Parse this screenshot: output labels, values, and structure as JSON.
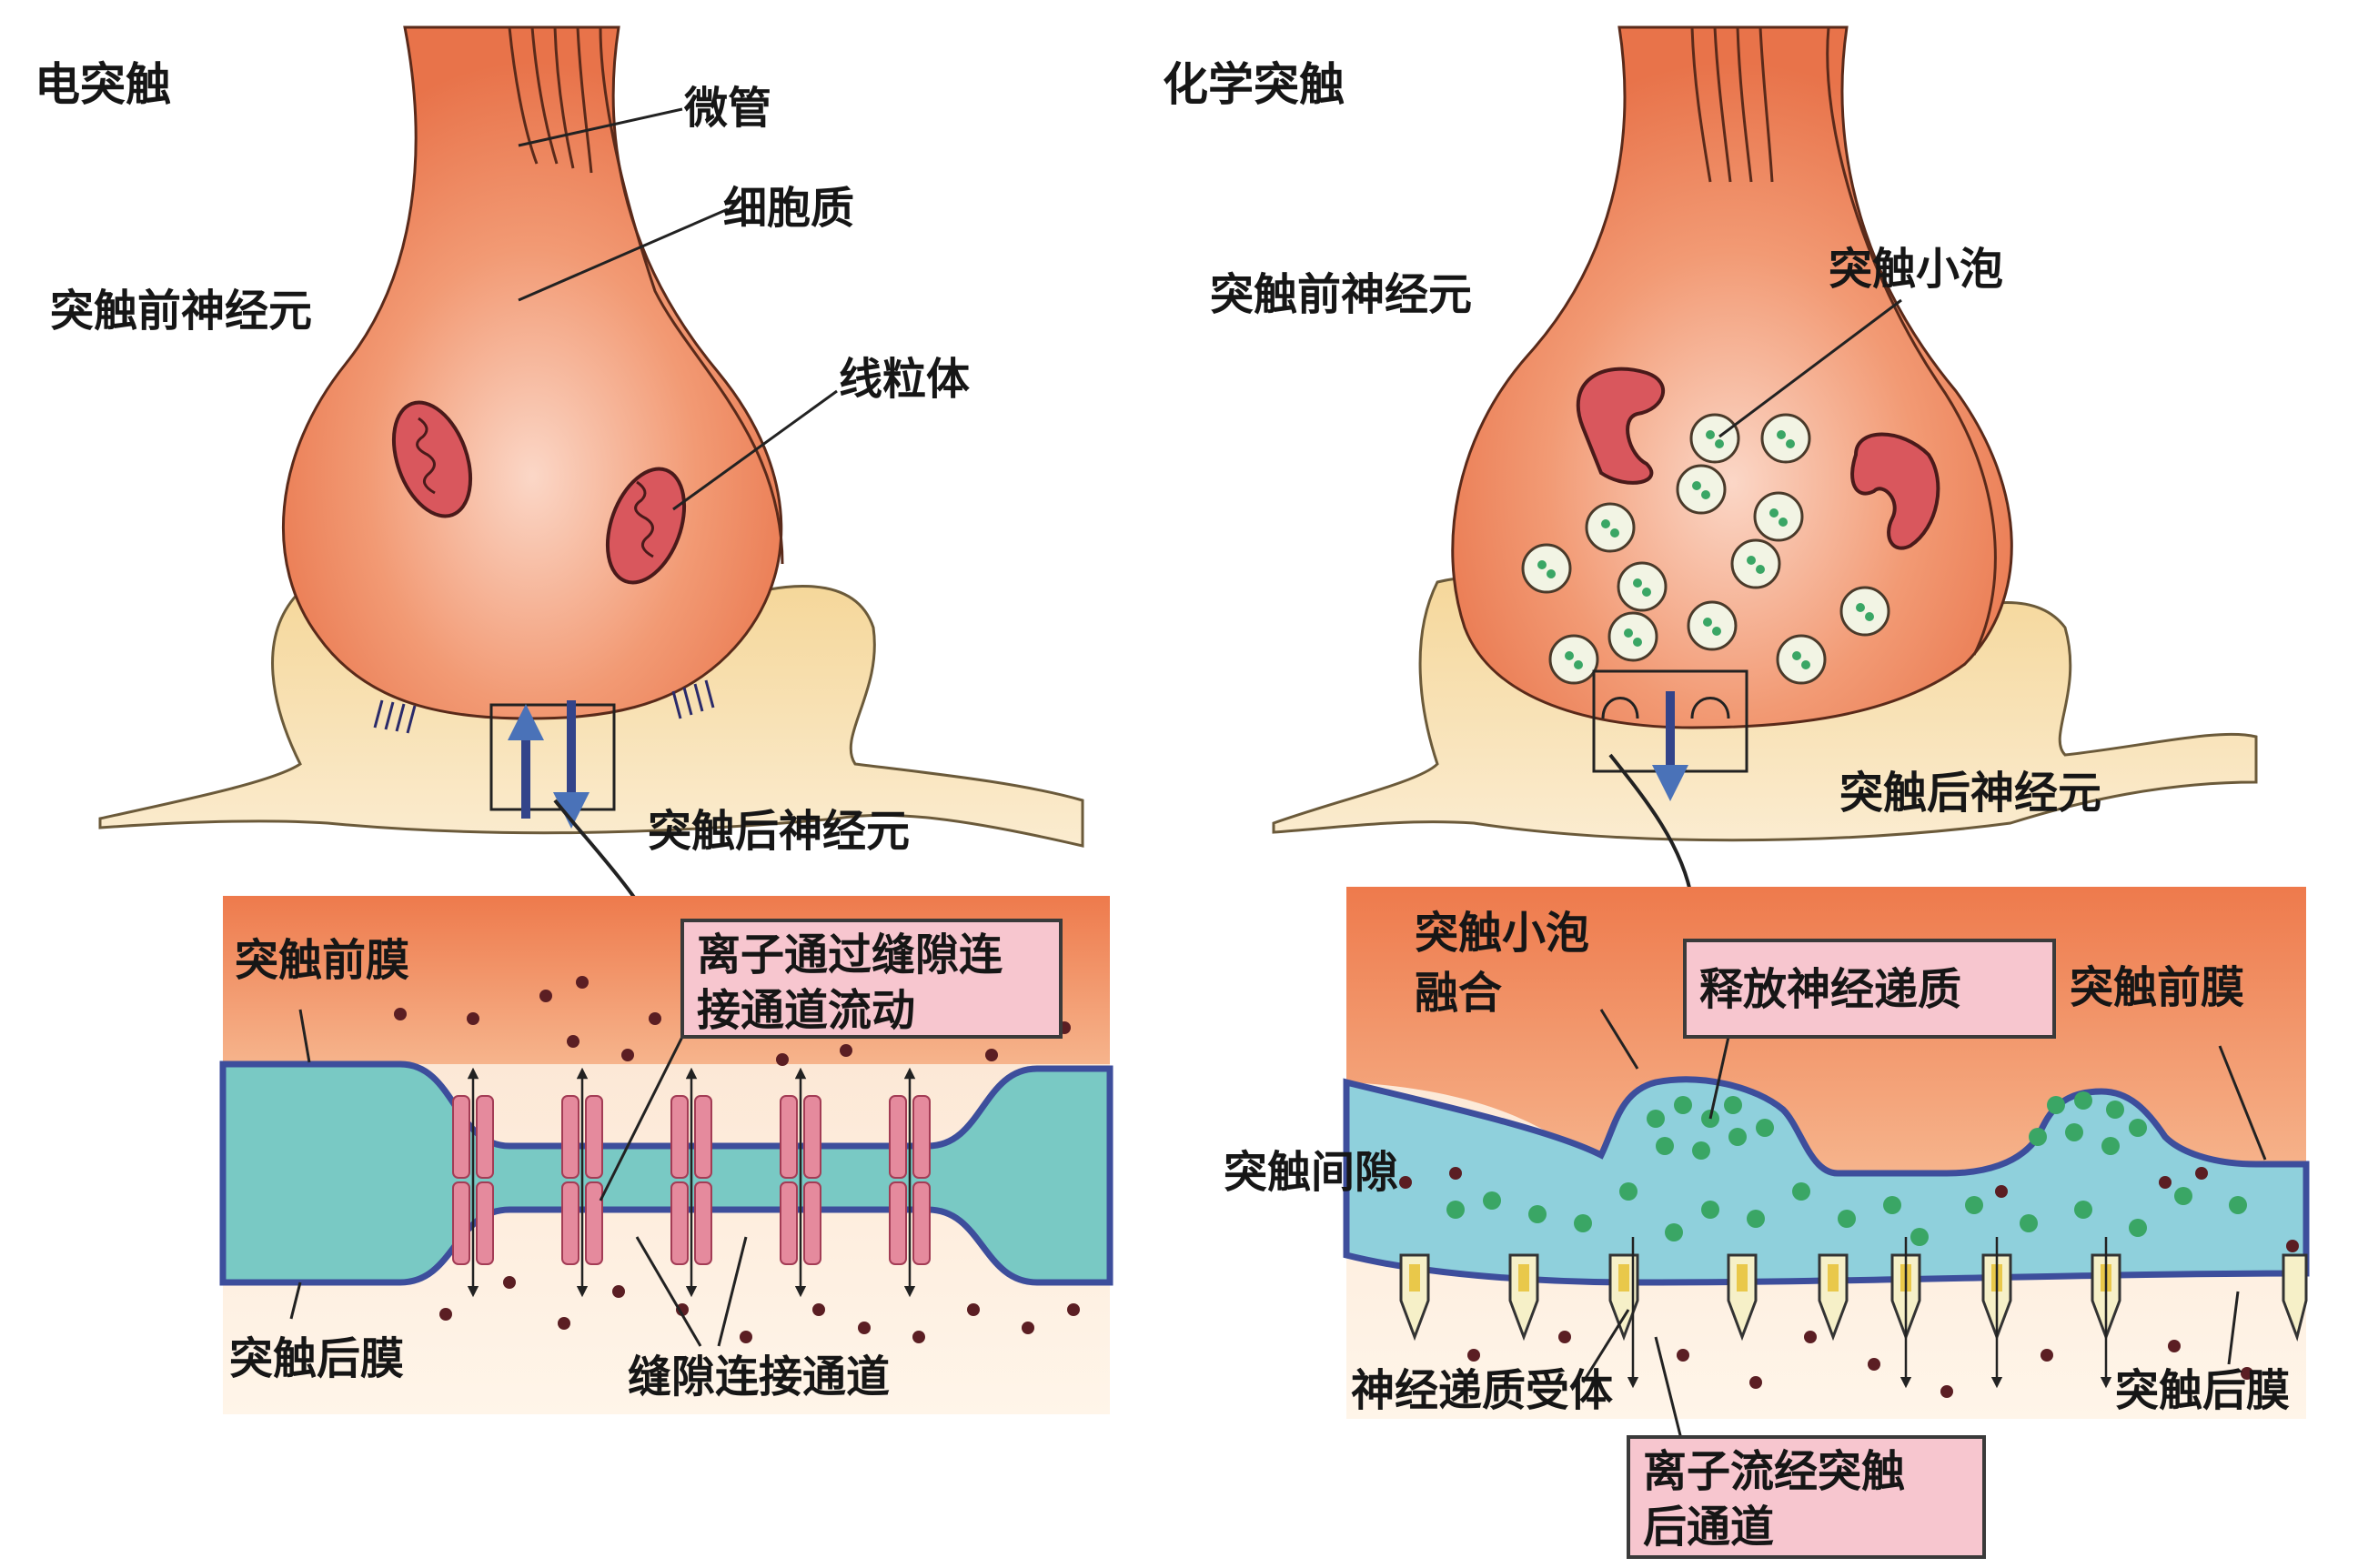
{
  "left": {
    "title": "电突触",
    "microtubule": "微管",
    "cytoplasm": "细胞质",
    "presynaptic_neuron": "突触前神经元",
    "mitochondria": "线粒体",
    "postsynaptic_neuron": "突触后神经元",
    "presynaptic_membrane": "突触前膜",
    "postsynaptic_membrane": "突触后膜",
    "flow_box_line1": "离子通过缝隙连",
    "flow_box_line2": "接通道流动",
    "gap_junction_channel": "缝隙连接通道"
  },
  "right": {
    "title": "化学突触",
    "presynaptic_neuron": "突触前神经元",
    "vesicle": "突触小泡",
    "postsynaptic_neuron": "突触后神经元",
    "vesicle_fusion_line1": "突触小泡",
    "vesicle_fusion_line2": "融合",
    "release_box": "释放神经递质",
    "presynaptic_membrane": "突触前膜",
    "synaptic_cleft": "突触间隙",
    "receptor": "神经递质受体",
    "postsynaptic_membrane": "突触后膜",
    "ion_box_line1": "离子流经突触",
    "ion_box_line2": "后通道"
  },
  "colors": {
    "neuron_orange": "#ea7d52",
    "neuron_light": "#f7c0a7",
    "post_cream": "#f6dfa4",
    "membrane_blue": "#3d4e9c",
    "cleft_cyan": "#79c9c4",
    "cleft_blue": "#8fd0dc",
    "channel_pink": "#e58a9d",
    "transmitter_green": "#3aa665",
    "ion_dark": "#5b1e23",
    "box_pink": "#f7c6cf",
    "arrow_blue": "#4a72b8"
  }
}
